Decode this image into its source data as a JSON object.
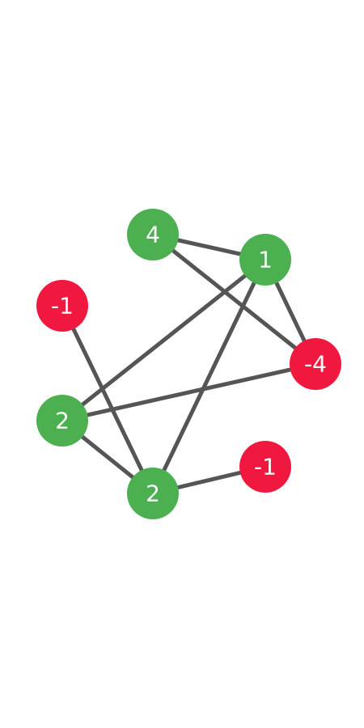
{
  "colors": {
    "positive": "#4caf50",
    "negative": "#f0183f",
    "edge": "#555555",
    "label": "#ffffff",
    "background": "#ffffff"
  },
  "graph": {
    "nodes": [
      {
        "id": "a",
        "value": "4"
      },
      {
        "id": "b",
        "value": "1"
      },
      {
        "id": "c",
        "value": "-1"
      },
      {
        "id": "d",
        "value": "-4"
      },
      {
        "id": "e",
        "value": "2"
      },
      {
        "id": "f",
        "value": "-1"
      },
      {
        "id": "g",
        "value": "2"
      }
    ],
    "edges": [
      [
        "a",
        "b"
      ],
      [
        "a",
        "d"
      ],
      [
        "b",
        "d"
      ],
      [
        "b",
        "e"
      ],
      [
        "b",
        "g"
      ],
      [
        "e",
        "d"
      ],
      [
        "c",
        "g"
      ],
      [
        "e",
        "g"
      ],
      [
        "g",
        "f"
      ]
    ]
  }
}
